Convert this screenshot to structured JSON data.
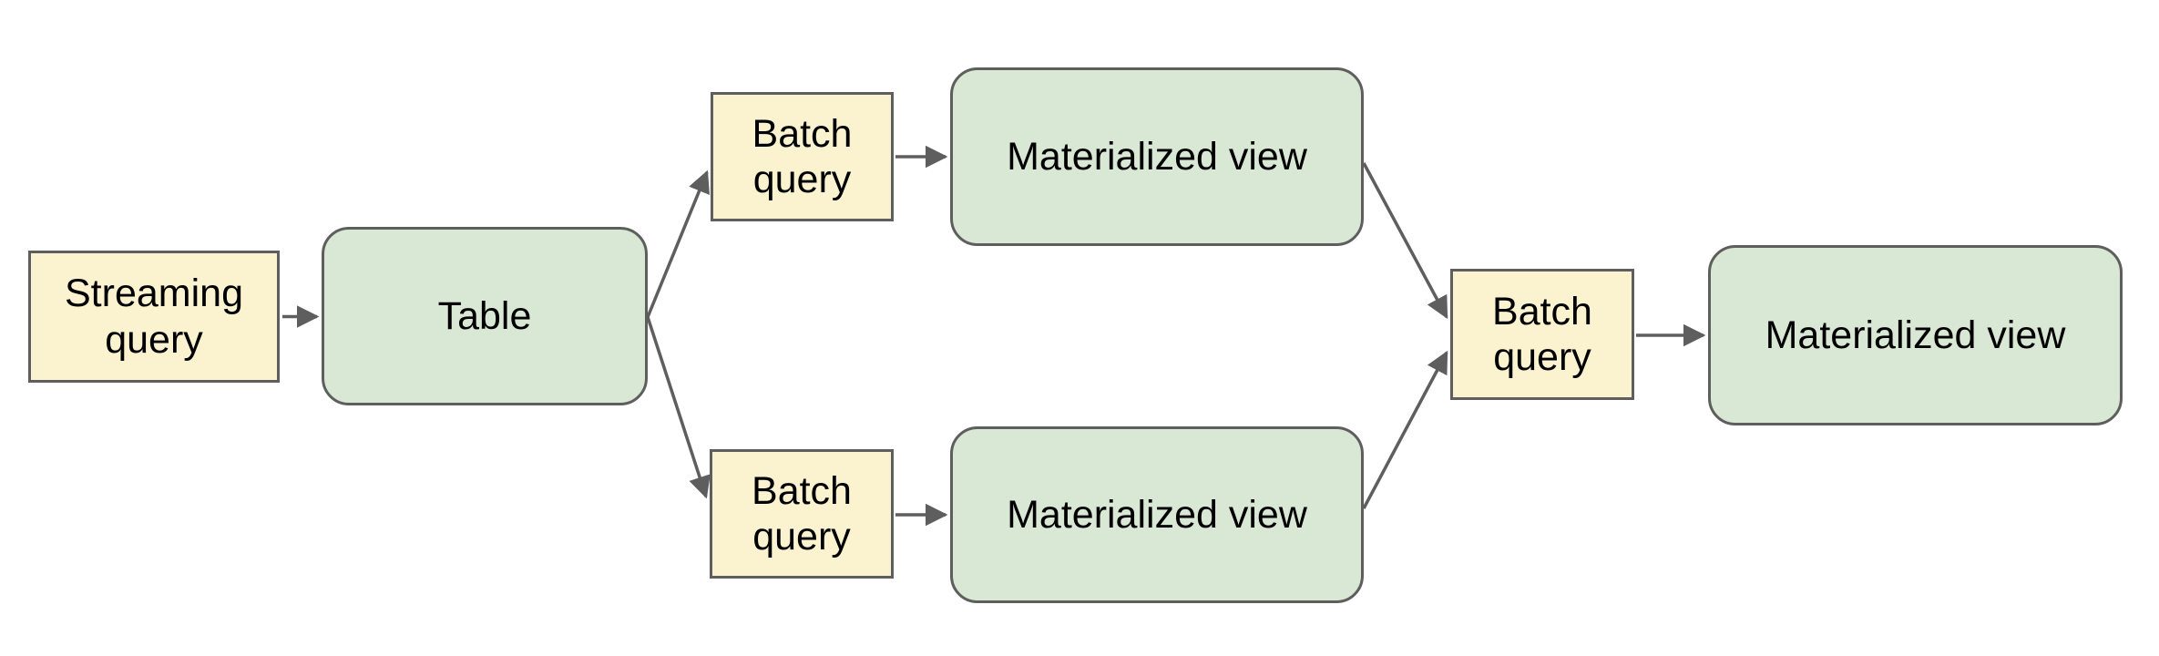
{
  "diagram": {
    "nodes": [
      {
        "id": "streaming-query",
        "label": "Streaming query",
        "type": "query"
      },
      {
        "id": "table",
        "label": "Table",
        "type": "dataset"
      },
      {
        "id": "batch-query-top",
        "label": "Batch query",
        "type": "query"
      },
      {
        "id": "materialized-view-top",
        "label": "Materialized view",
        "type": "dataset"
      },
      {
        "id": "batch-query-bottom",
        "label": "Batch query",
        "type": "query"
      },
      {
        "id": "materialized-view-bottom",
        "label": "Materialized view",
        "type": "dataset"
      },
      {
        "id": "batch-query-right",
        "label": "Batch query",
        "type": "query"
      },
      {
        "id": "materialized-view-right",
        "label": "Materialized view",
        "type": "dataset"
      }
    ],
    "edges": [
      {
        "from": "streaming-query",
        "to": "table"
      },
      {
        "from": "table",
        "to": "batch-query-top"
      },
      {
        "from": "batch-query-top",
        "to": "materialized-view-top"
      },
      {
        "from": "table",
        "to": "batch-query-bottom"
      },
      {
        "from": "batch-query-bottom",
        "to": "materialized-view-bottom"
      },
      {
        "from": "materialized-view-top",
        "to": "batch-query-right"
      },
      {
        "from": "materialized-view-bottom",
        "to": "batch-query-right"
      },
      {
        "from": "batch-query-right",
        "to": "materialized-view-right"
      }
    ],
    "colors": {
      "query_fill": "#fbf2d0",
      "dataset_fill": "#d9e7d5",
      "border": "#5e5e5e",
      "arrow": "#5e5e5e",
      "text": "#000000",
      "background": "#ffffff"
    }
  }
}
